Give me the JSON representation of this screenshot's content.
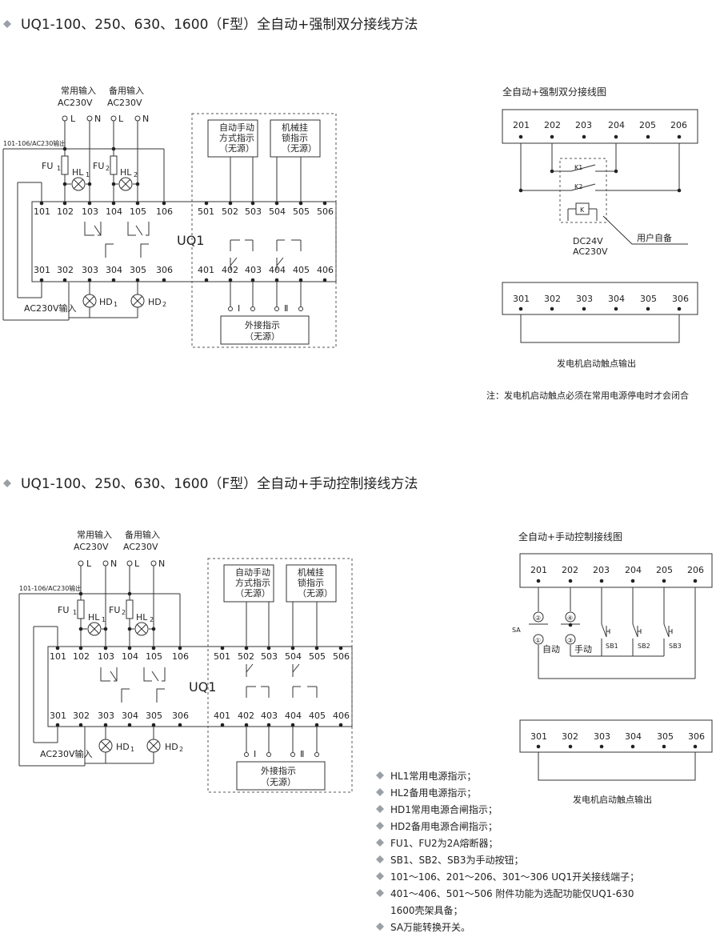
{
  "section1": {
    "title": "UQ1-100、250、630、1600（F型）全自动+强制双分接线方法",
    "left": {
      "normal_in": "常用输入",
      "backup_in": "备用输入",
      "voltage": "AC230V",
      "L": "L",
      "N": "N",
      "output_label": "101-106/AC230输出",
      "fu1": "FU",
      "fu2": "FU",
      "hl1": "HL",
      "hl2": "HL",
      "sub1": "1",
      "sub2": "2",
      "top_terms": [
        "101",
        "102",
        "103",
        "104",
        "105",
        "106",
        "501",
        "502",
        "503",
        "504",
        "505",
        "506"
      ],
      "bot_terms": [
        "301",
        "302",
        "303",
        "304",
        "305",
        "306",
        "401",
        "402",
        "403",
        "404",
        "405",
        "406"
      ],
      "device": "UQ1",
      "box_auto": [
        "自动手动",
        "方式指示",
        "（无源）"
      ],
      "box_mech": [
        "机械挂",
        "锁指示",
        "（无源）"
      ],
      "ac_in": "AC230V输入",
      "hd1": "HD",
      "hd2": "HD",
      "ext_roman1": "Ⅰ",
      "ext_roman2": "Ⅱ",
      "ext_box": [
        "外接指示",
        "（无源）"
      ]
    },
    "right": {
      "title": "全自动+强制双分接线图",
      "top_terms": [
        "201",
        "202",
        "203",
        "204",
        "205",
        "206"
      ],
      "k1": "K1",
      "k2": "K2",
      "k": "K",
      "dc": "DC24V",
      "ac": "AC230V",
      "user": "用户自备",
      "gen_terms": [
        "301",
        "302",
        "303",
        "304",
        "305",
        "306"
      ],
      "gen_label": "发电机启动触点输出",
      "note": "注：发电机启动触点必须在常用电源停电时才会闭合"
    }
  },
  "section2": {
    "title": "UQ1-100、250、630、1600（F型）全自动+手动控制接线方法",
    "left": {
      "normal_in": "常用输入",
      "backup_in": "备用输入",
      "voltage": "AC230V",
      "L": "L",
      "N": "N",
      "output_label": "101-106/AC230输出",
      "fu1": "FU",
      "fu2": "FU",
      "hl1": "HL",
      "hl2": "HL",
      "sub1": "1",
      "sub2": "2",
      "top_terms": [
        "101",
        "102",
        "103",
        "104",
        "105",
        "106",
        "501",
        "502",
        "503",
        "504",
        "505",
        "506"
      ],
      "bot_terms": [
        "301",
        "302",
        "303",
        "304",
        "305",
        "306",
        "401",
        "402",
        "403",
        "404",
        "405",
        "406"
      ],
      "device": "UQ1",
      "box_auto": [
        "自动手动",
        "方式指示",
        "（无源）"
      ],
      "box_mech": [
        "机械挂",
        "锁指示",
        "（无源）"
      ],
      "ac_in": "AC230V输入",
      "hd1": "HD",
      "hd2": "HD",
      "ext_roman1": "Ⅰ",
      "ext_roman2": "Ⅱ",
      "ext_box": [
        "外接指示",
        "（无源）"
      ]
    },
    "right": {
      "title": "全自动+手动控制接线图",
      "top_terms": [
        "201",
        "202",
        "203",
        "204",
        "205",
        "206"
      ],
      "sa": "SA",
      "c2": "②",
      "c4": "④",
      "c1": "①",
      "c3": "③",
      "auto": "自动",
      "manual": "手动",
      "sb1": "SB1",
      "sb2": "SB2",
      "sb3": "SB3",
      "gen_terms": [
        "301",
        "302",
        "303",
        "304",
        "305",
        "306"
      ],
      "gen_label": "发电机启动触点输出"
    },
    "legend": [
      "HL1常用电源指示；",
      "HL2备用电源指示；",
      "HD1常用电源合闸指示；",
      "HD2备用电源合闸指示；",
      "FU1、FU2为2A熔断器；",
      "SB1、SB2、SB3为手动按钮；",
      "101～106、201～206、301～306 UQ1开关接线端子；",
      "401～406、501～506 附件功能为选配功能仅UQ1-630",
      "1600壳架具备；",
      "SA万能转换开关。"
    ]
  }
}
